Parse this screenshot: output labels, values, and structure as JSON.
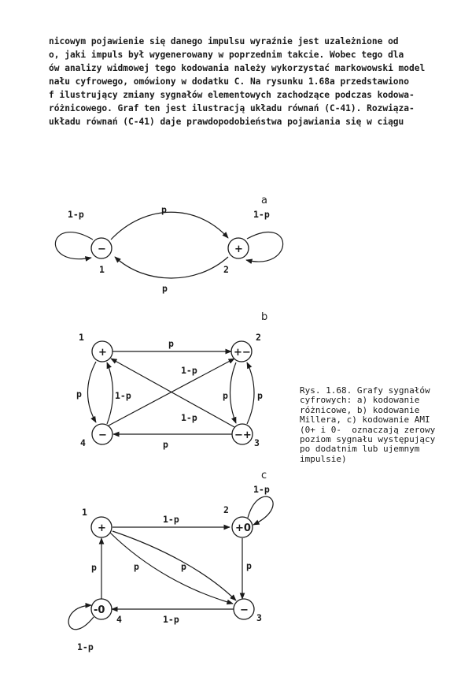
{
  "paragraph": [
    "nicowym pojawienie się danego impulsu wyraźnie jest uzależnione od",
    "o, jaki impuls był wygenerowany w poprzednim takcie. Wobec tego dla",
    "ów analizy widmowej tego kodowania należy wykorzystać markowowski model",
    "nału cyfrowego, omówiony w dodatku C. Na rysunku 1.68a przedstawiono",
    "f ilustrujący zmiany sygnałów elementowych zachodzące podczas kodowa-",
    "różnicowego. Graf ten jest ilustracją układu równań (C-41). Rozwiąza-",
    "układu równań (C-41) daje prawdopodobieństwa pojawiania się w ciągu"
  ],
  "caption": [
    "Rys. 1.68. Grafy sygnałów",
    "cyfrowych: a) kodowanie",
    "różnicowe, b) kodowanie",
    "Millera, c) kodowanie AMI",
    "(0+ i 0-  oznaczają zerowy",
    "poziom sygnału występujący",
    "po dodatnim lub ujemnym",
    "impulsie)"
  ],
  "figure_a": {
    "title": "a",
    "nodes": [
      {
        "symbol": "−",
        "number": "1"
      },
      {
        "symbol": "+",
        "number": "2"
      }
    ],
    "labels": {
      "top": "p",
      "bottom": "p",
      "loop_left": "1-p",
      "loop_right": "1-p"
    }
  },
  "figure_b": {
    "title": "b",
    "nodes": [
      {
        "symbol": "+",
        "number": "1"
      },
      {
        "symbol": "+−",
        "number": "2"
      },
      {
        "symbol": "−+",
        "number": "3"
      },
      {
        "symbol": "−",
        "number": "4"
      }
    ],
    "labels": {
      "top": "p",
      "bottom": "p",
      "diag_upper": "1-p",
      "diag_lower": "1-p",
      "left_inner": "1-p",
      "left_outer": "p",
      "right_inner": "p",
      "right_outer": "p"
    }
  },
  "figure_c": {
    "title": "c",
    "nodes": [
      {
        "symbol": "+",
        "number": "1"
      },
      {
        "symbol": "+0",
        "number": "2"
      },
      {
        "symbol": "−",
        "number": "3"
      },
      {
        "symbol": "-0",
        "number": "4"
      }
    ],
    "labels": {
      "top": "1-p",
      "bottom": "1-p",
      "left": "p",
      "right": "p",
      "diag_a": "p",
      "diag_b": "p",
      "loop_top": "1-p",
      "loop_bottom": "1-p"
    }
  }
}
